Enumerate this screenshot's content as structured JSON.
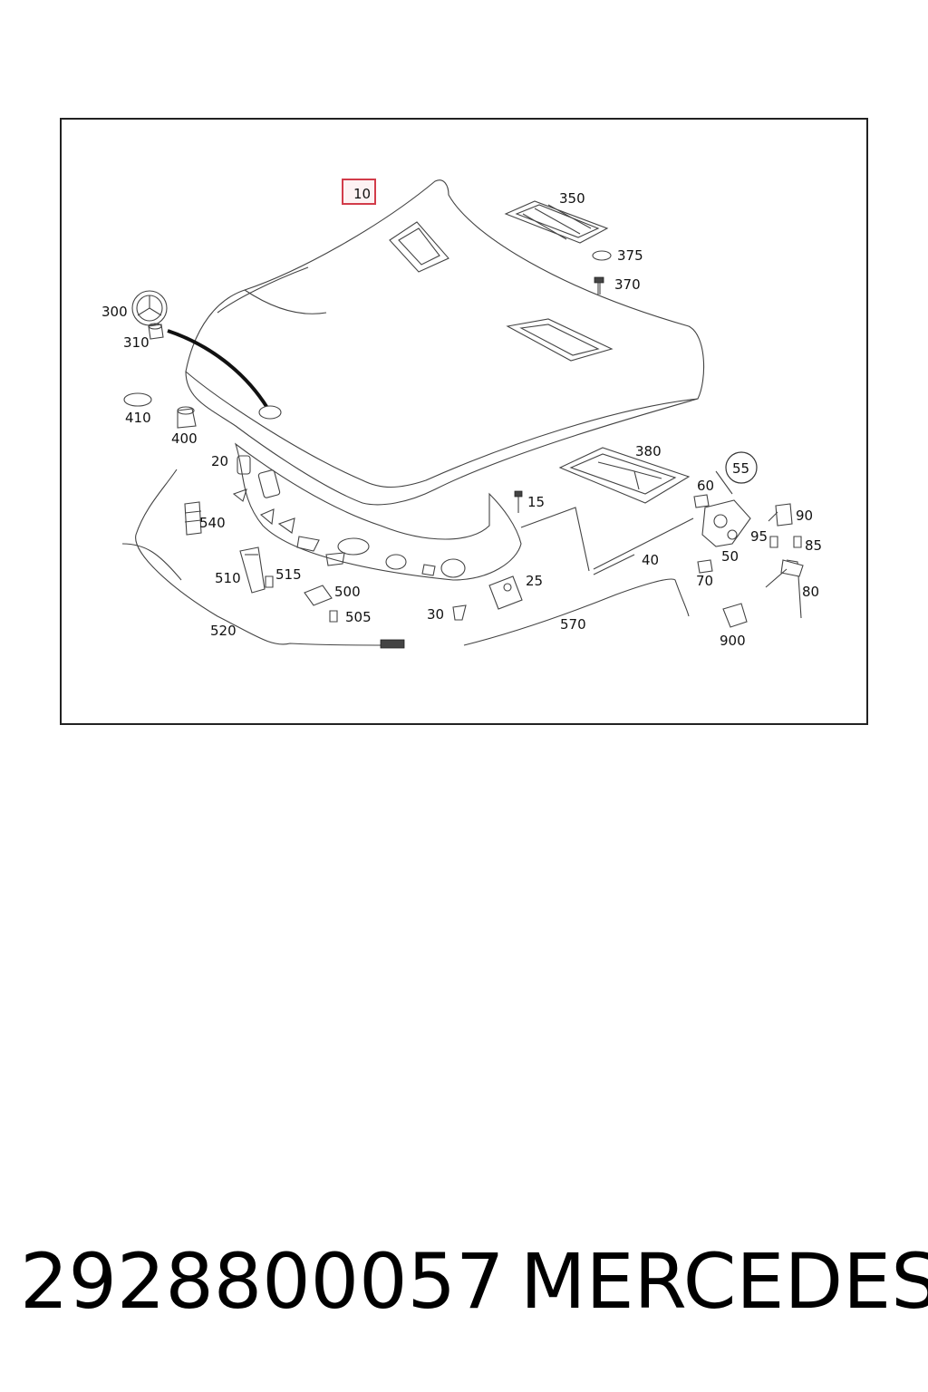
{
  "diagram": {
    "callouts": {
      "c10": "10",
      "c350": "350",
      "c375": "375",
      "c370": "370",
      "c300": "300",
      "c310": "310",
      "c410": "410",
      "c400": "400",
      "c20": "20",
      "c380": "380",
      "c55": "55",
      "c60": "60",
      "c90": "90",
      "c15": "15",
      "c540": "540",
      "c95": "95",
      "c85": "85",
      "c40": "40",
      "c50": "50",
      "c510": "510",
      "c515": "515",
      "c70": "70",
      "c25": "25",
      "c500": "500",
      "c80": "80",
      "c30": "30",
      "c505": "505",
      "c570": "570",
      "c520": "520",
      "c900": "900"
    },
    "highlight_color": "#d23c4a"
  },
  "footer": {
    "part_number": "2928800057",
    "brand": "MERCEDES"
  }
}
